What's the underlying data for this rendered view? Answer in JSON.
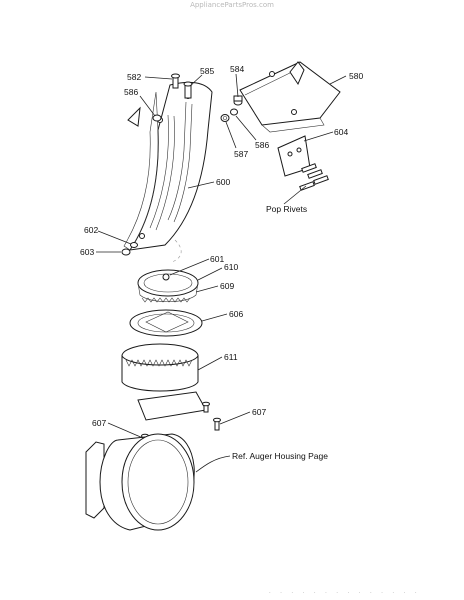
{
  "watermark": "AppliancePartsPros.com",
  "labels": {
    "p582": "582",
    "p585": "585",
    "p586a": "586",
    "p584": "584",
    "p580": "580",
    "p604": "604",
    "p587": "587",
    "p586b": "586",
    "p600": "600",
    "pop_rivets": "Pop Rivets",
    "p602": "602",
    "p603": "603",
    "p601": "601",
    "p610": "610",
    "p609": "609",
    "p606": "606",
    "p611": "611",
    "p607a": "607",
    "p607b": "607",
    "ref_auger": "Ref. Auger Housing Page"
  },
  "footer": ". . . . . . . . . . . . . ."
}
